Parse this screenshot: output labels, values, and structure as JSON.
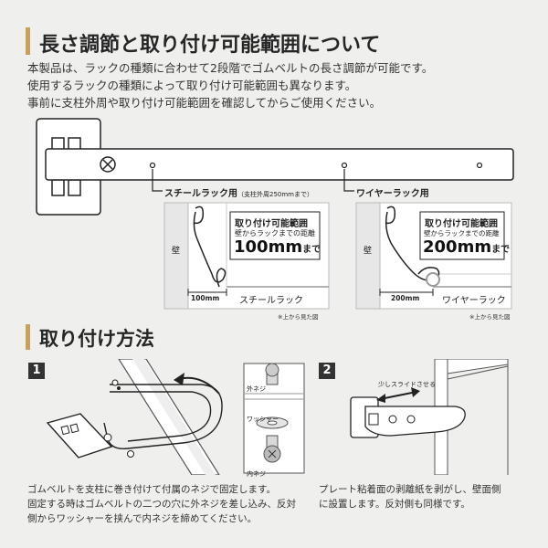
{
  "section1": {
    "title": "長さ調節と取り付け可能範囲について",
    "intro": [
      "本製品は、ラックの種類に合わせて2段階でゴムベルトの長さ調節が可能です。",
      "使用するラックの種類によって取り付け可能範囲も異なります。",
      "事前に支柱外周や取り付け可能範囲を確認してからご使用ください。"
    ]
  },
  "diagram": {
    "steel_label": "スチールラック用",
    "steel_sub": "（支柱外周250mmまで）",
    "wire_label": "ワイヤーラック用",
    "steel_box": {
      "wall": "壁",
      "range_title": "取り付け可能範囲",
      "range_sub": "壁からラックまでの距離",
      "range_value": "100mm",
      "range_unit": "まで",
      "dim": "100mm",
      "rack_name": "スチールラック"
    },
    "wire_box": {
      "wall": "壁",
      "range_title": "取り付け可能範囲",
      "range_sub": "壁からラックまでの距離",
      "range_value": "200mm",
      "range_unit": "まで",
      "dim": "200mm",
      "rack_name": "ワイヤーラック"
    },
    "note1": "※上から見た図",
    "note2": "※上から見た図"
  },
  "section2": {
    "title": "取り付け方法",
    "step1": {
      "num": "1",
      "outer_screw": "外ネジ",
      "washer": "ワッシャー",
      "inner_screw": "内ネジ",
      "caption": [
        "ゴムベルトを支柱に巻き付けて付属のネジで固定します。",
        "固定する時はゴムベルトの二つの穴に外ネジを差し込み、反対",
        "側からワッシャーを挟んで内ネジを締めてください。"
      ]
    },
    "step2": {
      "num": "2",
      "slide_label": "少しスライドさせる",
      "caption": [
        "プレート粘着面の剥離紙を剥がし、壁面側",
        "に設置します。反対側も同様です。"
      ]
    }
  }
}
